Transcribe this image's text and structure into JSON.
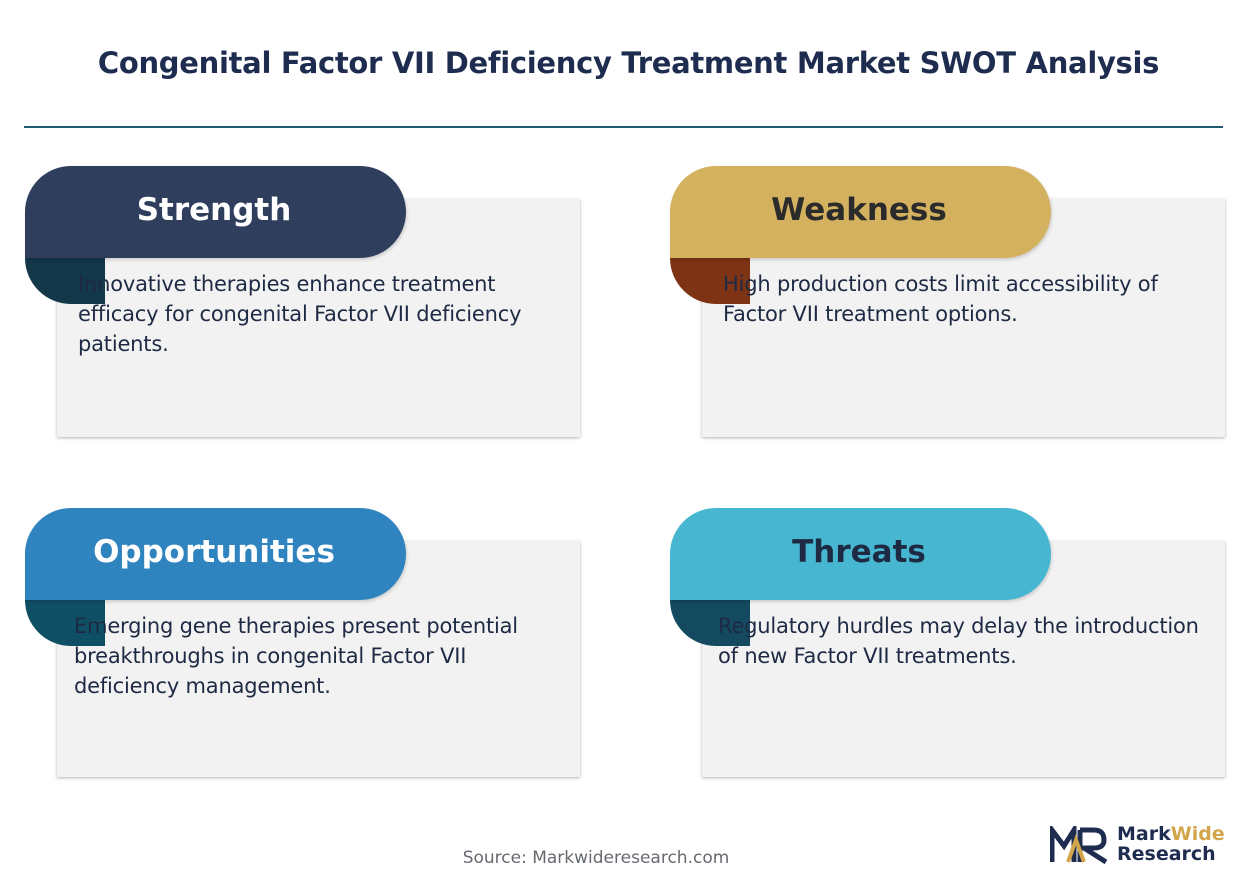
{
  "title": "Congenital Factor VII Deficiency Treatment Market SWOT Analysis",
  "quadrants": [
    {
      "label": "Strength",
      "text": "Innovative therapies enhance treatment efficacy for congenital Factor VII deficiency patients.",
      "pill_color": "#2e3e5c",
      "tail_color": "#12384a",
      "label_color": "#ffffff"
    },
    {
      "label": "Weakness",
      "text": "High production costs limit accessibility of Factor VII treatment options.",
      "pill_color": "#d3b15f",
      "tail_color": "#7e3314",
      "label_color": "#2b2b2b"
    },
    {
      "label": "Opportunities",
      "text": "Emerging gene therapies present potential breakthroughs in congenital Factor VII deficiency management.",
      "pill_color": "#2f84c0",
      "tail_color": "#0f4f66",
      "label_color": "#ffffff"
    },
    {
      "label": "Threats",
      "text": "Regulatory hurdles may delay the introduction of new Factor VII treatments.",
      "pill_color": "#47b6d0",
      "tail_color": "#134a60",
      "label_color": "#1e2a44"
    }
  ],
  "source": "Source: Markwideresearch.com",
  "logo": {
    "word1": "Mark",
    "word2": "Wide",
    "word3": "Research",
    "mark_color": "#1e2d4f",
    "accent_color": "#d3a54a"
  }
}
